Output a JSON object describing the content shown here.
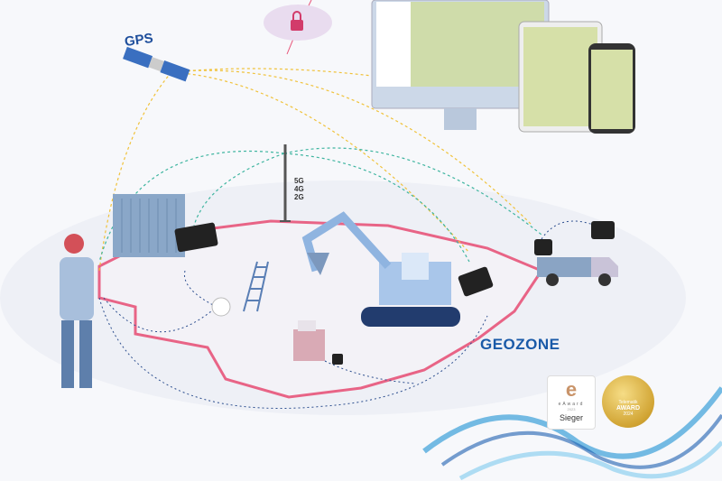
{
  "labels": {
    "gps": "GPS",
    "networks": [
      "5G",
      "4G",
      "2G"
    ],
    "geozone": "GEOZONE"
  },
  "awards": {
    "eaward": {
      "logo": "e",
      "title": "eAward",
      "year": "2023",
      "status": "Sieger"
    },
    "telematik": {
      "name": "Telematik",
      "title": "AWARD",
      "year": "2024"
    }
  },
  "colors": {
    "geozone_border": "#e8557a",
    "gps_path": "#f0c23a",
    "cellular_path": "#3fb5a0",
    "device_path": "#2d4f8f",
    "accent": "#1a5aa8"
  },
  "icons": [
    "satellite-icon",
    "cloud-lock-icon",
    "cell-tower-icon",
    "monitor-icon",
    "tablet-icon",
    "phone-icon",
    "container-icon",
    "tracker-device-icon",
    "excavator-icon",
    "pickup-truck-icon",
    "ladder-icon",
    "tool-cart-icon",
    "worker-icon",
    "wave-decoration-icon"
  ]
}
